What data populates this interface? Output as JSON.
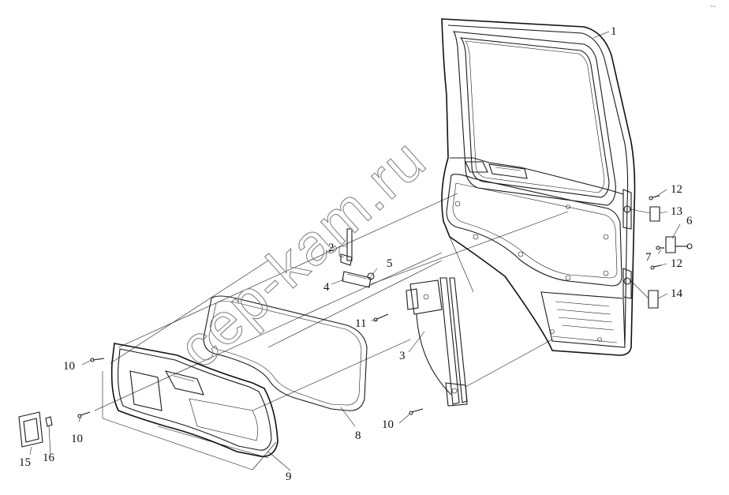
{
  "watermark": "cep-kam.ru",
  "corner_mark": "~~",
  "callouts": [
    {
      "id": "1",
      "text": "1"
    },
    {
      "id": "2",
      "text": "2"
    },
    {
      "id": "3",
      "text": "3"
    },
    {
      "id": "4",
      "text": "4"
    },
    {
      "id": "5",
      "text": "5"
    },
    {
      "id": "6",
      "text": "6"
    },
    {
      "id": "7",
      "text": "7"
    },
    {
      "id": "8",
      "text": "8"
    },
    {
      "id": "9",
      "text": "9"
    },
    {
      "id": "10a",
      "text": "10"
    },
    {
      "id": "10b",
      "text": "10"
    },
    {
      "id": "10c",
      "text": "10"
    },
    {
      "id": "11",
      "text": "11"
    },
    {
      "id": "12a",
      "text": "12"
    },
    {
      "id": "12b",
      "text": "12"
    },
    {
      "id": "13",
      "text": "13"
    },
    {
      "id": "14",
      "text": "14"
    },
    {
      "id": "15",
      "text": "15"
    },
    {
      "id": "16",
      "text": "16"
    }
  ]
}
